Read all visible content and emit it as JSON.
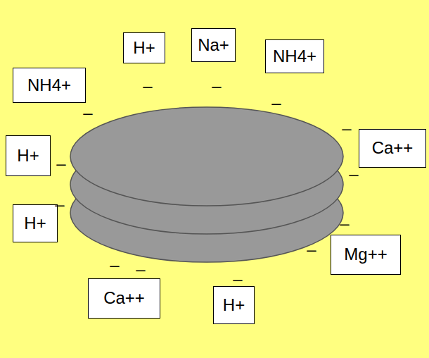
{
  "diagram": {
    "nodes": [
      {
        "text": [
          "H+"
        ]
      },
      {
        "text": [
          "Na+"
        ]
      },
      {
        "text": [
          "NH4+"
        ]
      },
      {
        "text": [
          "NH4+"
        ]
      },
      {
        "text": [
          "Ca++"
        ]
      },
      {
        "text": [
          "H+"
        ]
      },
      {
        "text": [
          "H+"
        ]
      },
      {
        "text": [
          "Mg++"
        ]
      },
      {
        "text": [
          "Ca++"
        ]
      },
      {
        "text": [
          "H+"
        ]
      }
    ],
    "labels": [
      "–",
      "–",
      "–",
      "–",
      "–",
      "–",
      "–",
      "–",
      "–",
      "–",
      "–",
      "–",
      "–"
    ]
  }
}
